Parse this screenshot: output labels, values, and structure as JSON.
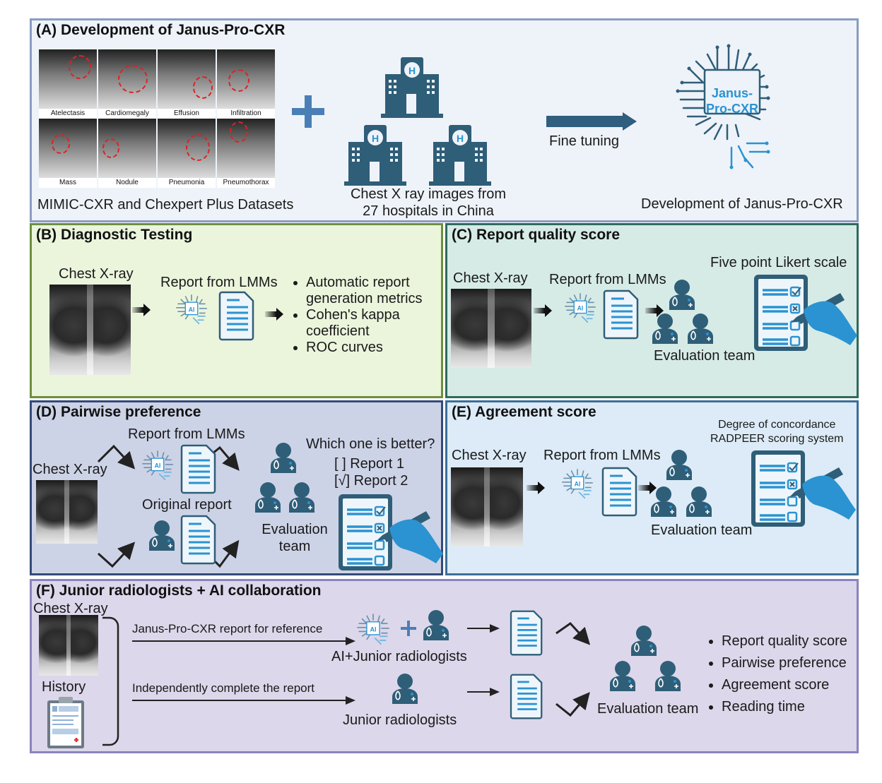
{
  "panels": {
    "a": {
      "title": "(A) Development of Janus-Pro-CXR",
      "thumbnails": [
        "Atelectasis",
        "Cardiomegaly",
        "Effusion",
        "Infiltration",
        "Mass",
        "Nodule",
        "Pneumonia",
        "Pneumothorax"
      ],
      "datasets_label": "MIMIC-CXR and Chexpert Plus Datasets",
      "hospitals_label_line1": "Chest X ray images from",
      "hospitals_label_line2": "27 hospitals in China",
      "fine_tuning_label": "Fine tuning",
      "model_chip_line1": "Janus-",
      "model_chip_line2": "Pro-CXR",
      "development_label": "Development of Janus-Pro-CXR",
      "hospital_badge": "H"
    },
    "b": {
      "title": "(B) Diagnostic Testing",
      "xray_label": "Chest X-ray",
      "report_label": "Report from LMMs",
      "ai_badge": "AI",
      "bullets": [
        "Automatic report generation metrics",
        "Cohen's kappa coefficient",
        "ROC curves"
      ]
    },
    "c": {
      "title": "(C) Report quality score",
      "xray_label": "Chest X-ray",
      "report_label": "Report from LMMs",
      "ai_badge": "AI",
      "scale_label": "Five point Likert scale",
      "team_label": "Evaluation team"
    },
    "d": {
      "title": "(D) Pairwise preference",
      "xray_label": "Chest X-ray",
      "report_label": "Report from LMMs",
      "ai_badge": "AI",
      "original_label": "Original report",
      "question": "Which one is better?",
      "option1": "[ ] Report 1",
      "option2": "[√] Report 2",
      "team_label_line1": "Evaluation",
      "team_label_line2": "team"
    },
    "e": {
      "title": "(E) Agreement score",
      "xray_label": "Chest X-ray",
      "report_label": "Report from LMMs",
      "ai_badge": "AI",
      "scale_line1": "Degree of concordance",
      "scale_line2": "RADPEER scoring system",
      "team_label": "Evaluation team"
    },
    "f": {
      "title": "(F) Junior radiologists + AI collaboration",
      "xray_label": "Chest X-ray",
      "history_label": "History",
      "path1_label": "Janus-Pro-CXR report for reference",
      "path2_label": "Independently complete the report",
      "ai_badge": "AI",
      "ai_junior_label": "AI+Junior radiologists",
      "junior_label": "Junior radiologists",
      "team_label": "Evaluation team",
      "bullets": [
        "Report quality score",
        "Pairwise preference",
        "Agreement score",
        "Reading time"
      ]
    }
  },
  "colors": {
    "icon_dark": "#2f5e78",
    "icon_blue": "#2b93d1",
    "arrow_blue": "#2f5e7e",
    "plus_blue": "#4a7fb5",
    "panel_a_bg": "#eef3f9",
    "panel_a_border": "#8a9cc2",
    "panel_b_bg": "#ebf5dc",
    "panel_b_border": "#6e8e3e",
    "panel_c_bg": "#d6ebe6",
    "panel_c_border": "#2f6a5c",
    "panel_d_bg": "#cdd3e7",
    "panel_d_border": "#344a79",
    "panel_e_bg": "#dcebf7",
    "panel_e_border": "#3b6e99",
    "panel_f_bg": "#dcd7ea",
    "panel_f_border": "#8a84bd"
  }
}
